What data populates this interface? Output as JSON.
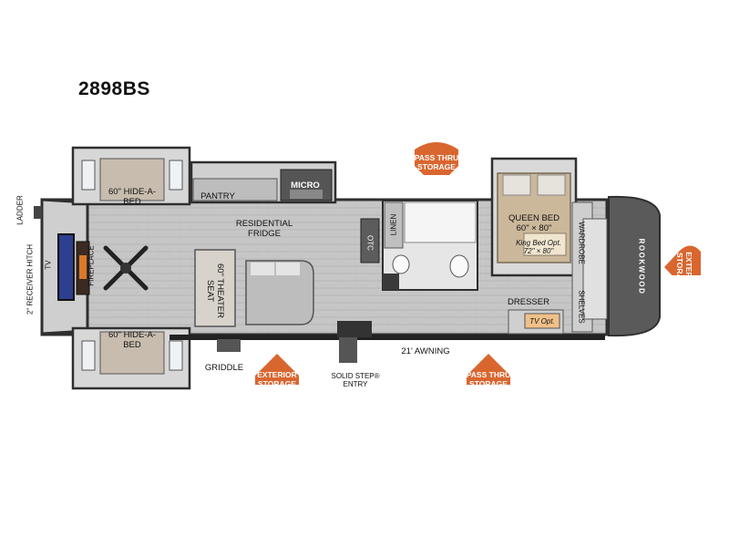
{
  "model": "2898BS",
  "brand": "ROOKWOOD",
  "labels": {
    "ladder": "LADDER",
    "receiver_hitch": "2\" RECEIVER HITCH",
    "tv": "TV",
    "fireplace": "FIREPLACE",
    "hide_a_bed_top": "60\" HIDE-A-\nBED",
    "hide_a_bed_bottom": "60\" HIDE-A-\nBED",
    "pantry": "PANTRY",
    "micro": "MICRO",
    "residential_fridge": "RESIDENTIAL\nFRIDGE",
    "theater_seat": "60\" THEATER\nSEAT",
    "linen": "LINEN",
    "queen_bed": "QUEEN BED\n60\" × 80\"",
    "king_bed": "King Bed Opt.\n72\" × 80\"",
    "wardrobe": "WARDROBE",
    "shelves": "SHELVES",
    "dresser": "DRESSER",
    "tv_opt": "TV Opt.",
    "griddle": "GRIDDLE",
    "solid_step": "SOLID STEP®\nENTRY",
    "awning": "21' AWNING",
    "otc": "OTC"
  },
  "badges": {
    "pass_thru_top": "PASS THRU\nSTORAGE",
    "exterior_bottom": "EXTERIOR\nSTORAGE",
    "pass_thru_bottom": "PASS THRU\nSTORAGE",
    "exterior_right": "EXTERIOR\nSTORAGE"
  },
  "colors": {
    "badge": "#d9662f",
    "floor": "#c9c9c9",
    "wall": "#2f2f2f",
    "bed": "#cbb79a"
  }
}
